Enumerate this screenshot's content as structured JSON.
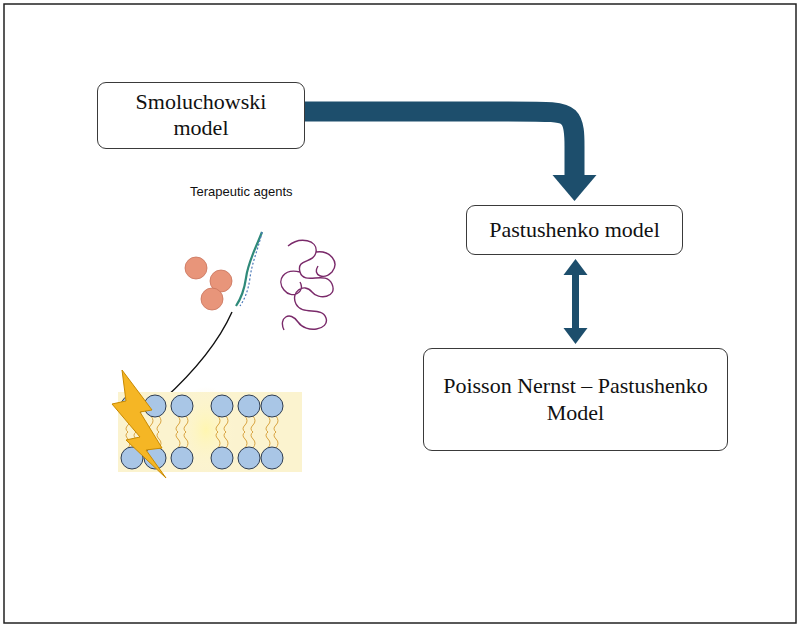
{
  "diagram": {
    "nodes": [
      {
        "text": [
          "Smoluchowski model"
        ]
      },
      {
        "text": [
          "Pastushenko model"
        ]
      },
      {
        "text": [
          "Poisson Nernst – Pastushenko Model"
        ]
      }
    ],
    "edges": [
      {
        "from": 0,
        "to": 1,
        "arrow": "to"
      },
      {
        "from": 1,
        "to": 2,
        "arrow": "both"
      }
    ],
    "labels": [
      "Terapeutic agents"
    ]
  }
}
